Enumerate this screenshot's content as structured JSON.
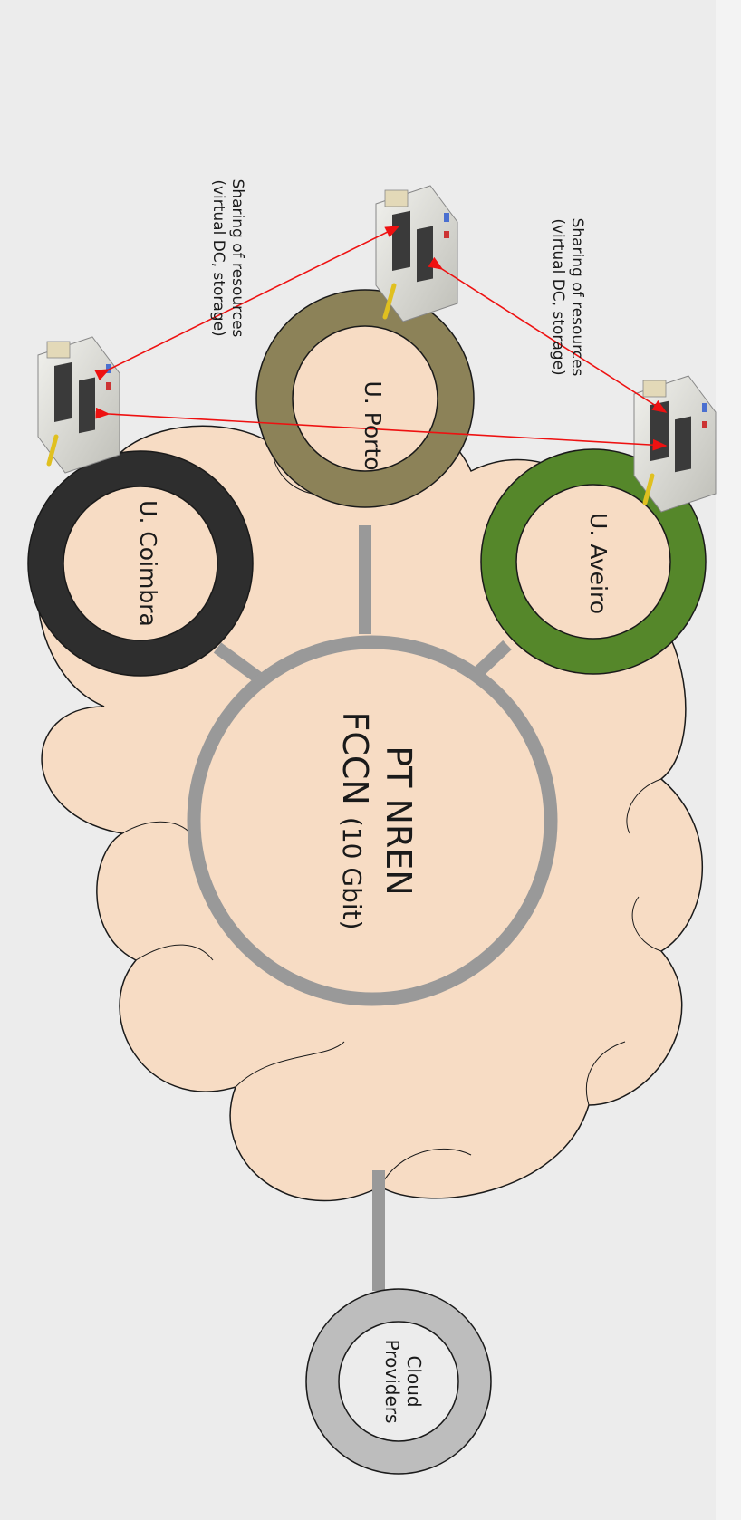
{
  "diagram": {
    "hub": {
      "line1": "PT NREN",
      "line2_main": "FCCN",
      "line2_paren": "(10 Gbit)"
    },
    "nodes": [
      {
        "id": "porto",
        "label": "U. Porto",
        "color": "#8c8258"
      },
      {
        "id": "coimbra",
        "label": "U. Coimbra",
        "color": "#2e2e2e"
      },
      {
        "id": "aveiro",
        "label": "U. Aveiro",
        "color": "#55872a"
      }
    ],
    "cloud_providers": {
      "line1": "Cloud",
      "line2": "Providers",
      "color": "#bdbdbd"
    },
    "sharing_notes": [
      {
        "line1": "Sharing of resources",
        "line2": "(virtual DC, storage)"
      },
      {
        "line1": "Sharing of resources",
        "line2": "(virtual DC, storage)"
      }
    ],
    "arrow_color": "#ee1111",
    "cloud_fill": "#f7dcc4",
    "link_color": "#999999"
  }
}
